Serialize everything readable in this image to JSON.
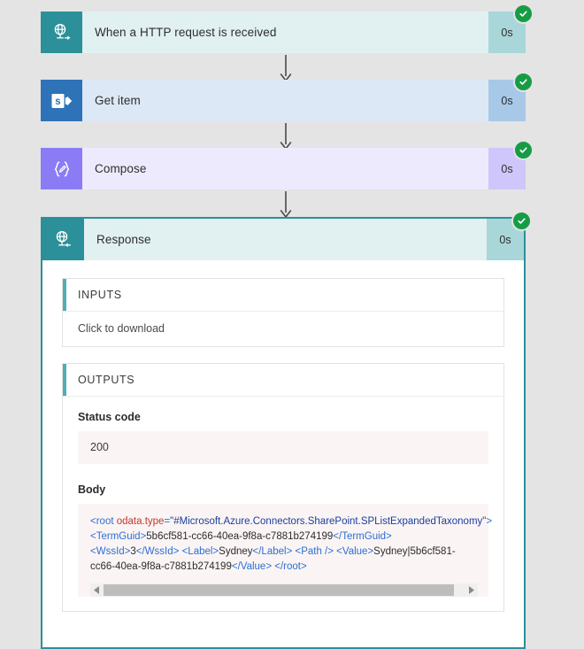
{
  "canvas": {
    "background": "#e4e4e4",
    "accent_teal": "#2b9099",
    "accent_blue": "#2e72b8",
    "accent_purple": "#8b7cf6",
    "status_green": "#179c46"
  },
  "steps": [
    {
      "title": "When a HTTP request is received",
      "duration": "0s",
      "status": "succeeded",
      "icon": "globe-request-icon",
      "theme": "teal"
    },
    {
      "title": "Get item",
      "duration": "0s",
      "status": "succeeded",
      "icon": "sharepoint-icon",
      "theme": "blue"
    },
    {
      "title": "Compose",
      "duration": "0s",
      "status": "succeeded",
      "icon": "compose-braces-icon",
      "theme": "purple"
    }
  ],
  "response": {
    "title": "Response",
    "duration": "0s",
    "status": "succeeded",
    "icon": "globe-response-icon",
    "inputs": {
      "header": "INPUTS",
      "download_link": "Click to download"
    },
    "outputs": {
      "header": "OUTPUTS",
      "status_code_label": "Status code",
      "status_code_value": "200",
      "body_label": "Body",
      "body_xml_lines": [
        [
          {
            "t": "tag",
            "s": "<root "
          },
          {
            "t": "attr",
            "s": "odata.type"
          },
          {
            "t": "tag",
            "s": "="
          },
          {
            "t": "val",
            "s": "\"#Microsoft.Azure.Connectors.SharePoint.SPListExpandedTaxonomy\""
          },
          {
            "t": "tag",
            "s": ">"
          }
        ],
        [
          {
            "t": "tag",
            "s": "<TermGuid>"
          },
          {
            "t": "text",
            "s": "5b6cf581-cc66-40ea-9f8a-c7881b274199"
          },
          {
            "t": "tag",
            "s": "</TermGuid>"
          }
        ],
        [
          {
            "t": "tag",
            "s": "<WssId>"
          },
          {
            "t": "text",
            "s": "3"
          },
          {
            "t": "tag",
            "s": "</WssId>"
          },
          {
            "t": "text",
            "s": " "
          },
          {
            "t": "tag",
            "s": "<Label>"
          },
          {
            "t": "text",
            "s": "Sydney"
          },
          {
            "t": "tag",
            "s": "</Label>"
          },
          {
            "t": "text",
            "s": " "
          },
          {
            "t": "tag",
            "s": "<Path />"
          },
          {
            "t": "text",
            "s": " "
          },
          {
            "t": "tag",
            "s": "<Value>"
          },
          {
            "t": "text",
            "s": "Sydney|5b6cf581-"
          }
        ],
        [
          {
            "t": "text",
            "s": "cc66-40ea-9f8a-c7881b274199"
          },
          {
            "t": "tag",
            "s": "</Value>"
          },
          {
            "t": "text",
            "s": " "
          },
          {
            "t": "tag",
            "s": "</root>"
          }
        ]
      ],
      "scrollbar": {
        "left_arrow": "scroll-left-arrow",
        "right_arrow": "scroll-right-arrow"
      }
    }
  }
}
